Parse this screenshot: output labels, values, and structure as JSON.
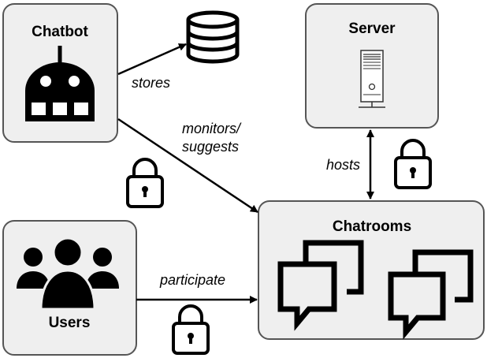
{
  "nodes": {
    "chatbot": {
      "title": "Chatbot",
      "icon": "robot-icon"
    },
    "database": {
      "icon": "database-icon"
    },
    "server": {
      "title": "Server",
      "icon": "server-tower-icon"
    },
    "users": {
      "title": "Users",
      "icon": "users-group-icon"
    },
    "chatrooms": {
      "title": "Chatrooms",
      "icon": "chat-bubbles-icon"
    }
  },
  "edges": {
    "stores": {
      "label": "stores"
    },
    "monitors": {
      "label_line1": "monitors/",
      "label_line2": "suggests"
    },
    "hosts": {
      "label": "hosts"
    },
    "participate": {
      "label": "participate"
    }
  },
  "colors": {
    "box_fill": "#efefef",
    "box_stroke": "#555555",
    "ink": "#000000"
  }
}
